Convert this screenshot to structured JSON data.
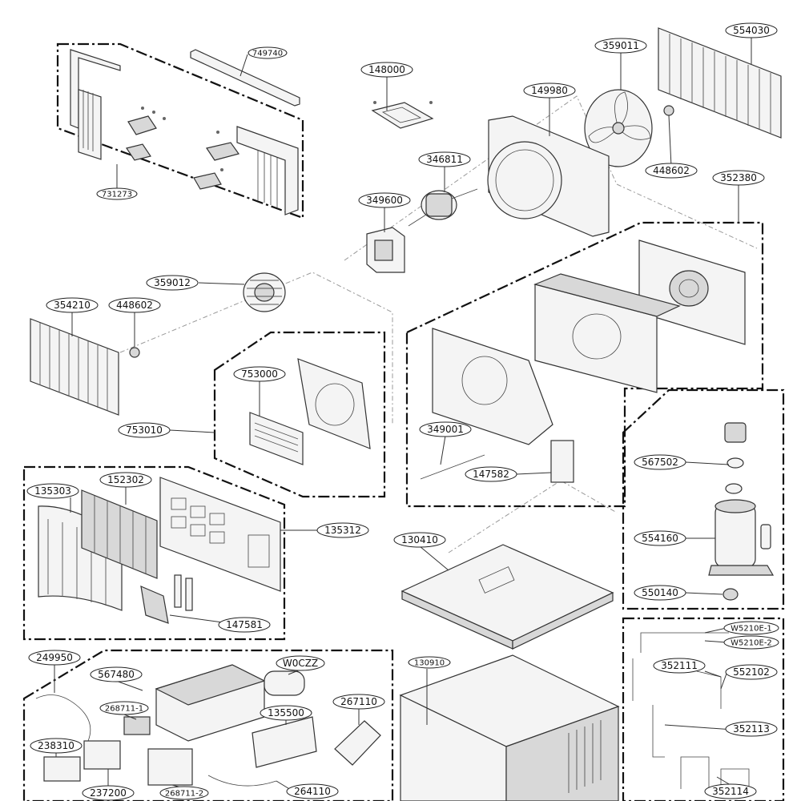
{
  "labels": {
    "p749740": "749740",
    "p731273": "731273",
    "p148000": "148000",
    "p149980": "149980",
    "p359011": "359011",
    "p554030": "554030",
    "p346811": "346811",
    "p448602a": "448602",
    "p352380": "352380",
    "p349600": "349600",
    "p359012": "359012",
    "p354210": "354210",
    "p448602b": "448602",
    "p753000": "753000",
    "p753010": "753010",
    "p349001": "349001",
    "p147582": "147582",
    "p567502": "567502",
    "p135303": "135303",
    "p152302": "152302",
    "p135312": "135312",
    "p130410": "130410",
    "p554160": "554160",
    "p550140": "550140",
    "p147581": "147581",
    "p249950": "249950",
    "p567480": "567480",
    "p0CZZ": "W0CZZ",
    "p130910": "130910",
    "p268711_1": "268711-1",
    "p135500": "135500",
    "p267110": "267110",
    "pW5210E1": "W5210E-1",
    "pW5210E2": "W5210E-2",
    "p352111": "352111",
    "p552102": "552102",
    "p238310": "238310",
    "p352113": "352113",
    "p237200": "237200",
    "p268711_2": "268711-2",
    "p264110": "264110",
    "p352114": "352114"
  },
  "colors": {
    "outline": "#111111",
    "part_fill": "#f4f4f4",
    "part_shade": "#d8d8d8"
  }
}
